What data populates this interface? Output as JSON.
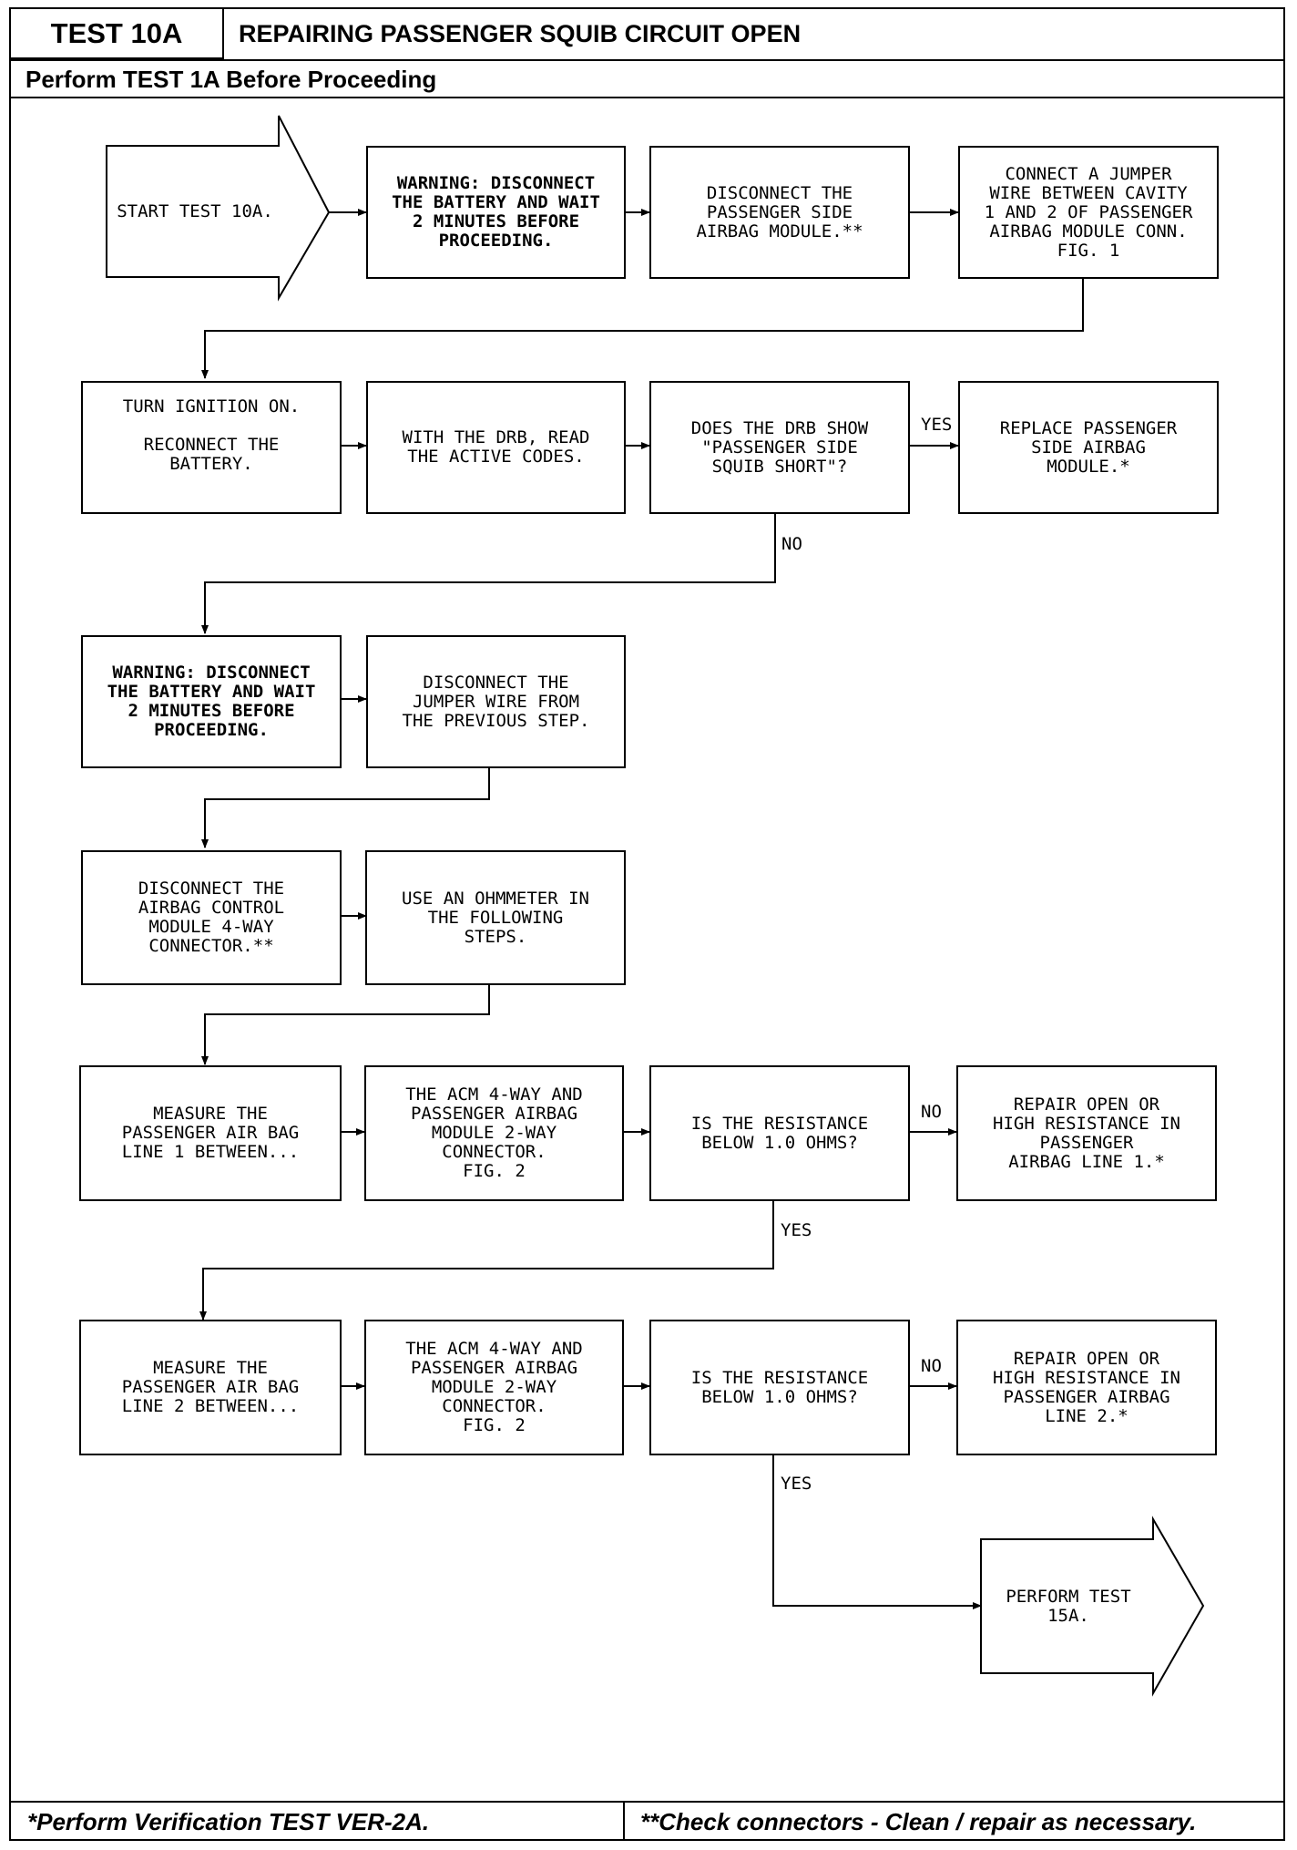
{
  "header": {
    "test_id": "TEST 10A",
    "title": "REPAIRING PASSENGER SQUIB CIRCUIT OPEN",
    "prerequisite": "Perform TEST 1A Before Proceeding"
  },
  "flow": {
    "start": "START TEST 10A.",
    "row1": {
      "warning": "WARNING: DISCONNECT\nTHE BATTERY AND WAIT\n2 MINUTES BEFORE\nPROCEEDING.",
      "disconnect_module": "DISCONNECT THE\nPASSENGER SIDE\nAIRBAG MODULE.**",
      "jumper": "CONNECT A JUMPER\nWIRE BETWEEN CAVITY\n1 AND 2 OF PASSENGER\nAIRBAG MODULE CONN.\nFIG. 1"
    },
    "row2": {
      "ignition": "TURN IGNITION ON.\n\nRECONNECT THE\nBATTERY.",
      "read_codes": "WITH THE DRB, READ\nTHE ACTIVE CODES.",
      "question": "DOES THE DRB SHOW\n\"PASSENGER SIDE\nSQUIB SHORT\"?",
      "yes_label": "YES",
      "no_label": "NO",
      "replace": "REPLACE PASSENGER\nSIDE AIRBAG\nMODULE.*"
    },
    "row3": {
      "warning": "WARNING: DISCONNECT\nTHE BATTERY AND WAIT\n2 MINUTES BEFORE\nPROCEEDING.",
      "disconnect_jumper": "DISCONNECT THE\nJUMPER WIRE FROM\nTHE PREVIOUS STEP."
    },
    "row4": {
      "disconnect_acm": "DISCONNECT THE\nAIRBAG CONTROL\nMODULE 4-WAY\nCONNECTOR.**",
      "ohmmeter": "USE AN OHMMETER IN\nTHE FOLLOWING\nSTEPS."
    },
    "row5": {
      "measure": "MEASURE THE\nPASSENGER AIR BAG\nLINE 1 BETWEEN...",
      "connectors": "THE ACM 4-WAY AND\nPASSENGER AIRBAG\nMODULE 2-WAY\nCONNECTOR.\nFIG. 2",
      "question": "IS THE RESISTANCE\nBELOW 1.0 OHMS?",
      "no_label": "NO",
      "yes_label": "YES",
      "repair": "REPAIR OPEN OR\nHIGH RESISTANCE IN\nPASSENGER\nAIRBAG LINE 1.*"
    },
    "row6": {
      "measure": "MEASURE THE\nPASSENGER AIR BAG\nLINE 2 BETWEEN...",
      "connectors": "THE ACM 4-WAY AND\nPASSENGER AIRBAG\nMODULE 2-WAY\nCONNECTOR.\nFIG. 2",
      "question": "IS THE RESISTANCE\nBELOW 1.0 OHMS?",
      "no_label": "NO",
      "yes_label": "YES",
      "repair": "REPAIR OPEN OR\nHIGH RESISTANCE IN\nPASSENGER AIRBAG\nLINE 2.*"
    },
    "end": "PERFORM TEST\n15A."
  },
  "footer": {
    "left": "*Perform Verification TEST VER-2A.",
    "right": "**Check connectors - Clean / repair as necessary."
  }
}
